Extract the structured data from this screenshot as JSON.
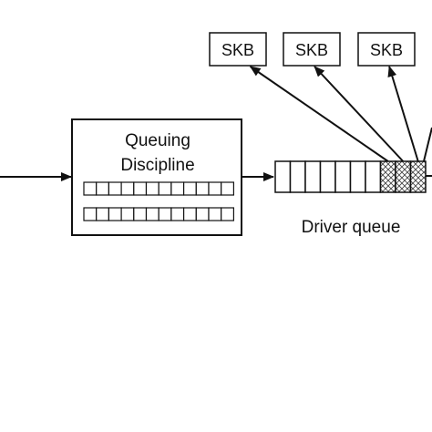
{
  "qdisc": {
    "title_line1": "Queuing",
    "title_line2": "Discipline",
    "queue_rows": 2,
    "slots_per_row": 12
  },
  "driver_queue": {
    "label": "Driver queue",
    "empty_slots": 7,
    "filled_slots": 3
  },
  "skb_boxes": [
    "SKB",
    "SKB",
    "SKB"
  ],
  "colors": {
    "stroke": "#111111",
    "background": "#ffffff",
    "hatch": "#444444"
  }
}
